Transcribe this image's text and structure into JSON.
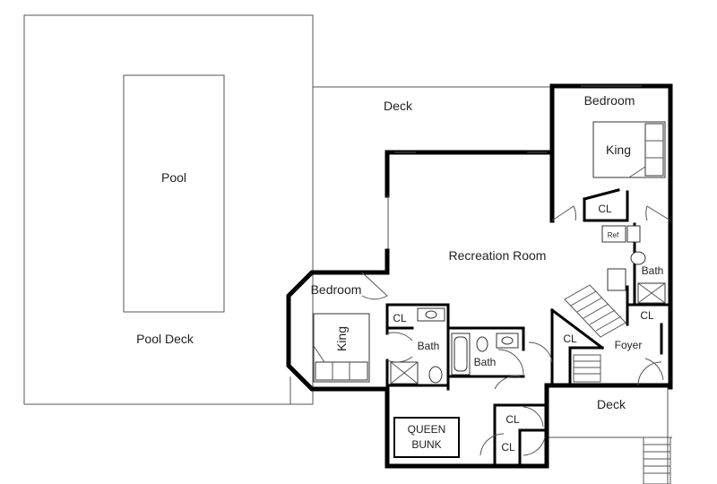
{
  "rooms": {
    "pool": "Pool",
    "pool_deck": "Pool Deck",
    "deck_top": "Deck",
    "bedroom_top": "Bedroom",
    "king_top": "King",
    "closet_top": "CL",
    "ref": "Ref",
    "bath_right": "Bath",
    "recreation_room": "Recreation Room",
    "bedroom_left": "Bedroom",
    "king_left": "King",
    "closet_left": "CL",
    "bath_left": "Bath",
    "bath_mid": "Bath",
    "closet_stair": "CL",
    "closet_foyer": "CL",
    "foyer": "Foyer",
    "deck_bottom": "Deck",
    "queen_bunk_line1": "QUEEN",
    "queen_bunk_line2": "BUNK",
    "closet_bunk_1": "CL",
    "closet_bunk_2": "CL"
  }
}
